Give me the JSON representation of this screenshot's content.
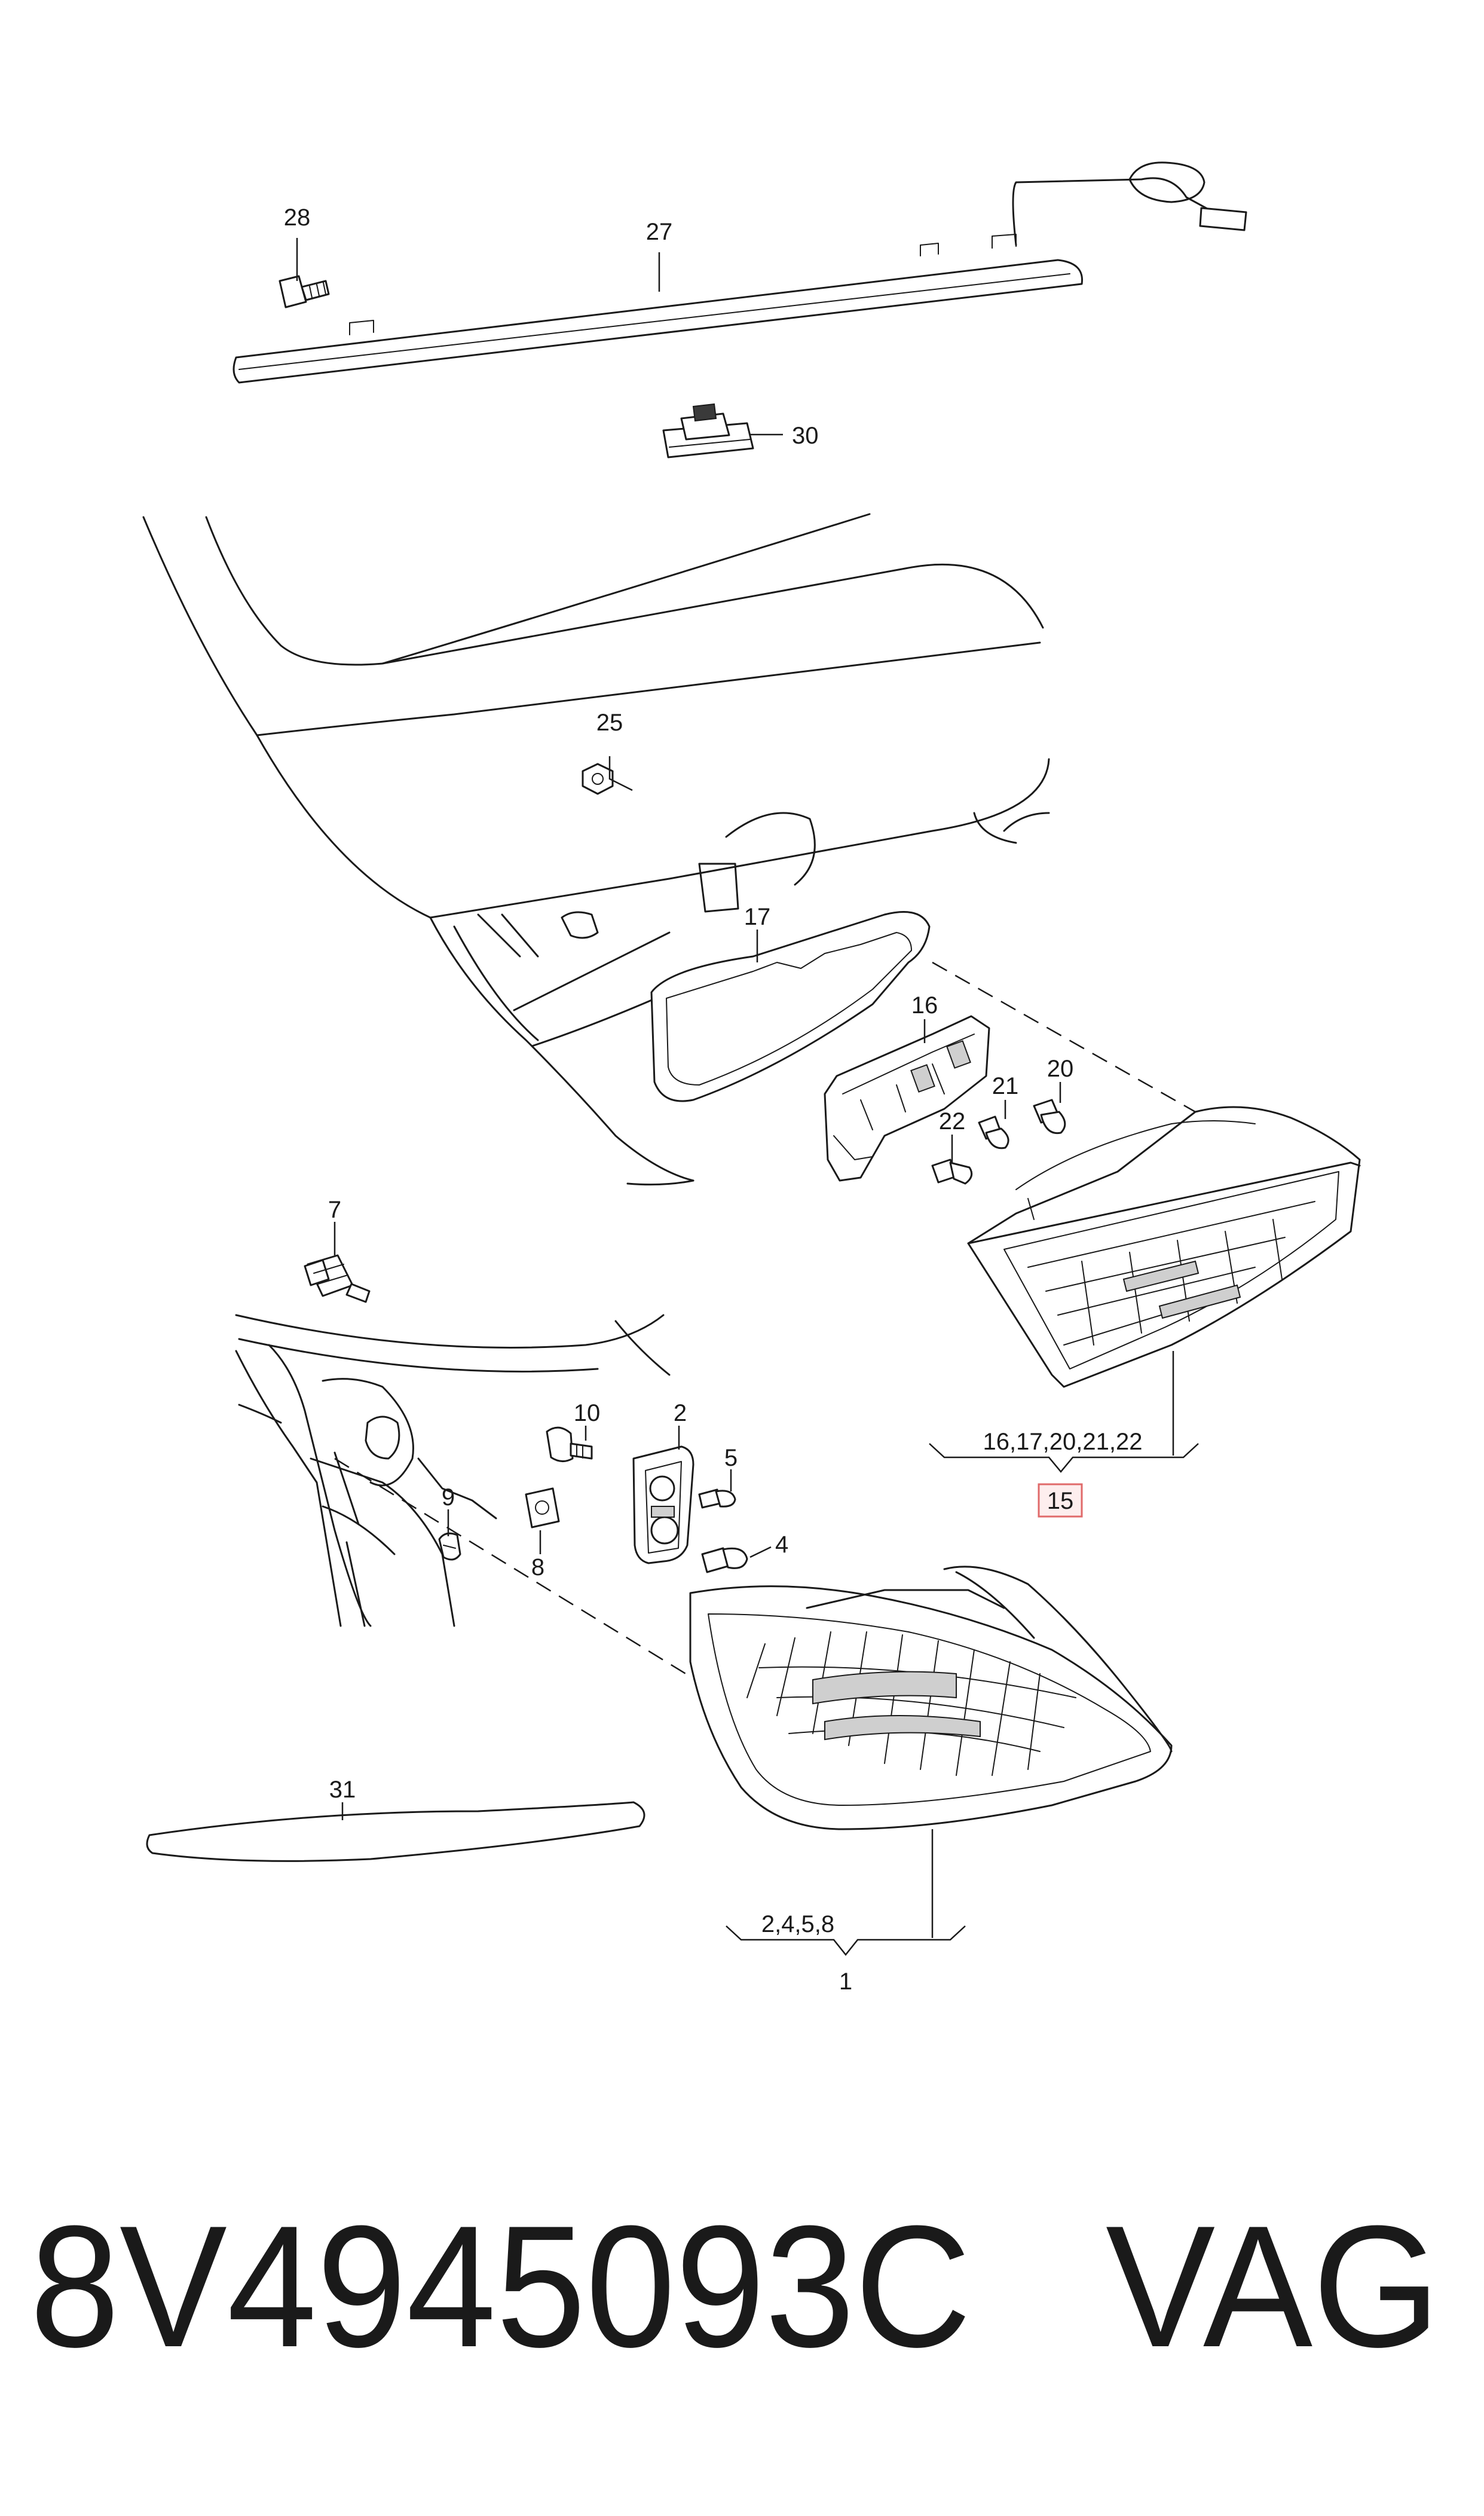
{
  "callouts": {
    "c28": "28",
    "c27": "27",
    "c30": "30",
    "c25": "25",
    "c17": "17",
    "c16": "16",
    "c20": "20",
    "c21": "21",
    "c22": "22",
    "c7": "7",
    "c10": "10",
    "c2": "2",
    "c5": "5",
    "c9": "9",
    "c8": "8",
    "c4": "4",
    "c31": "31"
  },
  "groups": {
    "inner_lamp": {
      "includes": "16,17,20,21,22",
      "number": "15"
    },
    "outer_lamp": {
      "includes": "2,4,5,8",
      "number": "1"
    }
  },
  "footer": {
    "part_number": "8V4945093C",
    "brand": "VAG"
  },
  "colors": {
    "highlight_box": "#e06a6a",
    "line": "#1a1a1a"
  }
}
